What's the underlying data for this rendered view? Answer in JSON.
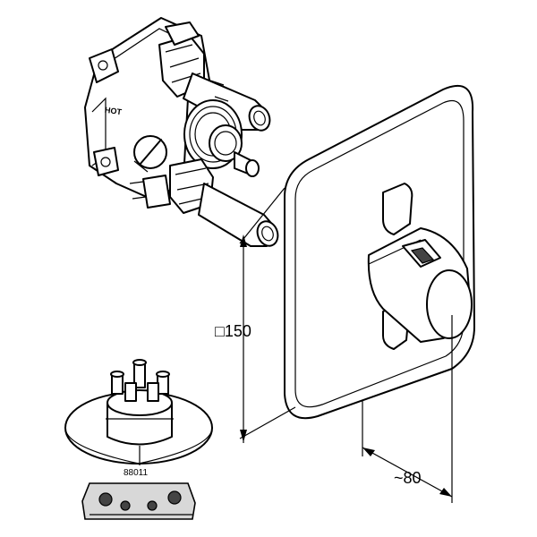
{
  "dimensions": {
    "height_label": "□150",
    "depth_label": "~80"
  },
  "part_number": "88011",
  "valve_marking": "HOT"
}
